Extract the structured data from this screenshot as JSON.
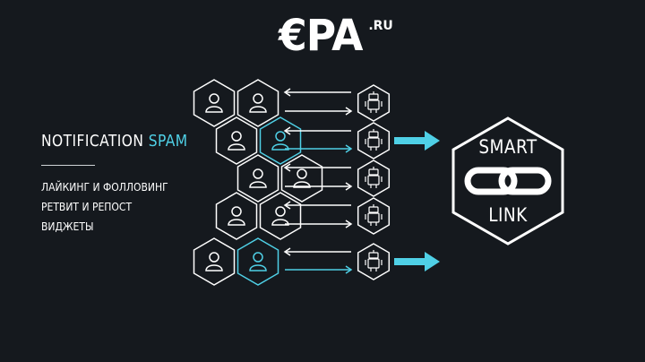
{
  "logo": {
    "main": "€PA",
    "tld": ".RU"
  },
  "headline": {
    "part1": "NOTIFICATION ",
    "part2": "SPAM"
  },
  "features": [
    "ЛАЙКИНГ И ФОЛЛОВИНГ",
    "РЕТВИТ И РЕПОСТ",
    "ВИДЖЕТЫ"
  ],
  "smartlink": {
    "line1": "SMART",
    "line2": "LINK"
  },
  "colors": {
    "background": "#15191e",
    "accent": "#4fd0e6",
    "foreground": "#ffffff"
  },
  "icons": {
    "user": "user-icon",
    "bot": "robot-icon",
    "link": "chain-link-icon"
  }
}
